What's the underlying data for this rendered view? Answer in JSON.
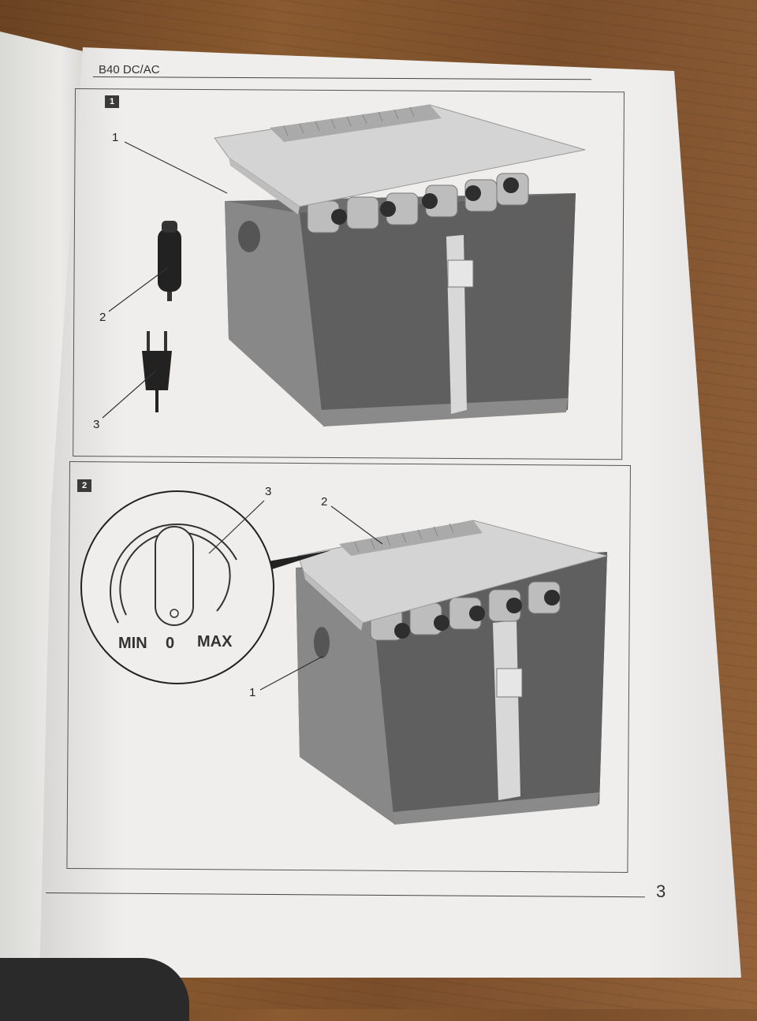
{
  "header": {
    "model": "B40 DC/AC"
  },
  "figure1": {
    "badge": "1",
    "callouts": {
      "lid_body": "1",
      "car_plug": "2",
      "mains_plug": "3"
    }
  },
  "figure2": {
    "badge": "2",
    "callouts": {
      "handle": "1",
      "vent": "2",
      "thermostat": "3"
    },
    "dial": {
      "min": "MIN",
      "zero": "0",
      "max": "MAX"
    }
  },
  "footer": {
    "page_number": "3"
  },
  "colors": {
    "paper": "#efeeec",
    "ink": "#333333",
    "cooler_body": "#6f6f6f",
    "cooler_lid": "#cfcfcf"
  }
}
